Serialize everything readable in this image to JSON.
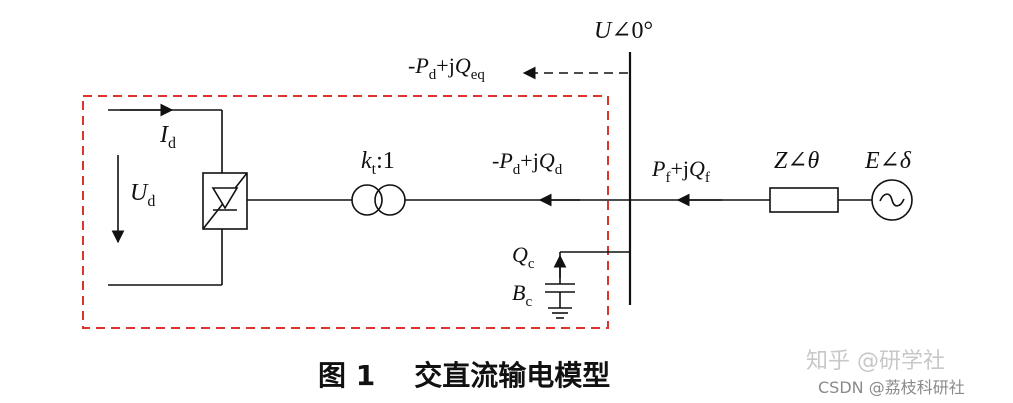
{
  "labels": {
    "bus_voltage": {
      "sym": "U",
      "rest": "∠0°"
    },
    "dashed_power": {
      "neg": "-",
      "P": "P",
      "Psub": "d",
      "mid": "+j",
      "Q": "Q",
      "Qsub": "eq"
    },
    "current": {
      "sym": "I",
      "sub": "d"
    },
    "dc_voltage": {
      "sym": "U",
      "sub": "d"
    },
    "transformer": {
      "sym": "k",
      "sub": "t",
      "rest": ":1"
    },
    "ac_power": {
      "neg": "-",
      "P": "P",
      "Psub": "d",
      "mid": "+j",
      "Q": "Q",
      "Qsub": "d"
    },
    "filter_power": {
      "P": "P",
      "Psub": "f",
      "mid": "+j",
      "Q": "Q",
      "Qsub": "f"
    },
    "impedance": {
      "sym": "Z",
      "rest": "∠",
      "angle": "θ"
    },
    "source": {
      "sym": "E",
      "rest": "∠",
      "angle": "δ"
    },
    "comp_q": {
      "sym": "Q",
      "sub": "c"
    },
    "comp_b": {
      "sym": "B",
      "sub": "c"
    }
  },
  "caption": "图 1    交直流输电模型",
  "watermark": {
    "line1": "知乎 @研学社",
    "line2": "CSDN @荔枝科研社"
  },
  "colors": {
    "line": "#111111",
    "boundary": "#d9352b",
    "watermark": "#c8c8c8"
  }
}
